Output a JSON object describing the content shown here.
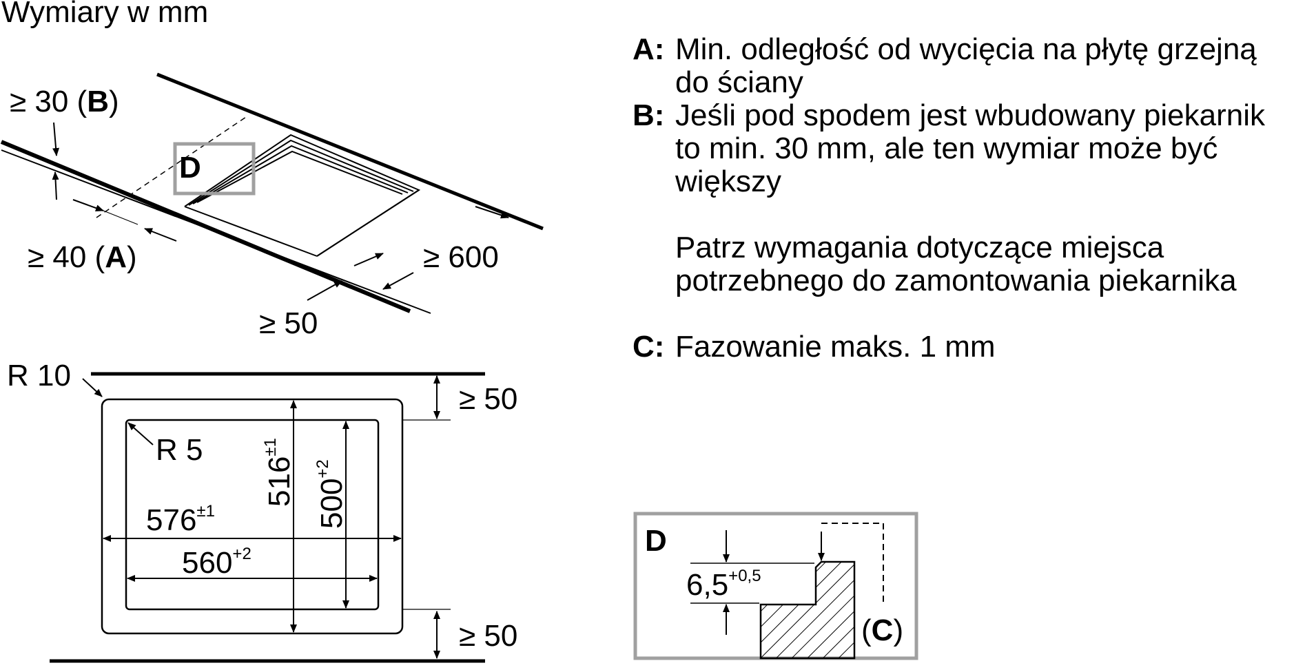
{
  "heading": "Wymiary w mm",
  "top_view": {
    "dim_b": "≥ 30 (",
    "dim_b_letter": "B",
    "dim_a": "≥ 40 (",
    "dim_a_letter": "A",
    "close_paren": ")",
    "dim_600": "≥ 600",
    "dim_50": "≥ 50",
    "detail_label": "D"
  },
  "cutout": {
    "r10": "R 10",
    "r5": "R 5",
    "top_gap": "≥ 50",
    "bottom_gap": "≥ 50",
    "width_outer": "576",
    "width_outer_tol": "±1",
    "width_inner": "560",
    "width_inner_tol": "+2",
    "depth_outer": "516",
    "depth_outer_tol": "±1",
    "depth_inner": "500",
    "depth_inner_tol": "+2"
  },
  "legend": {
    "a_key": "A:",
    "a_line1": "Min. odległość od wycięcia na płytę grzejną",
    "a_line2": "do ściany",
    "b_key": "B:",
    "b_line1": "Jeśli pod spodem jest wbudowany piekarnik",
    "b_line2": "to min. 30 mm, ale ten wymiar może być",
    "b_line3": "większy",
    "note_line1": "Patrz wymagania dotyczące miejsca",
    "note_line2": "potrzebnego do zamontowania piekarnika",
    "c_key": "C:",
    "c_line1": "Fazowanie maks. 1 mm"
  },
  "detail": {
    "label": "D",
    "dim": "6,5",
    "dim_tol": "+0,5",
    "chamfer_open": "(",
    "chamfer_letter": "C",
    "chamfer_close": ")"
  },
  "colors": {
    "frame_gray": "#a0a0a0",
    "ink": "#000000"
  }
}
